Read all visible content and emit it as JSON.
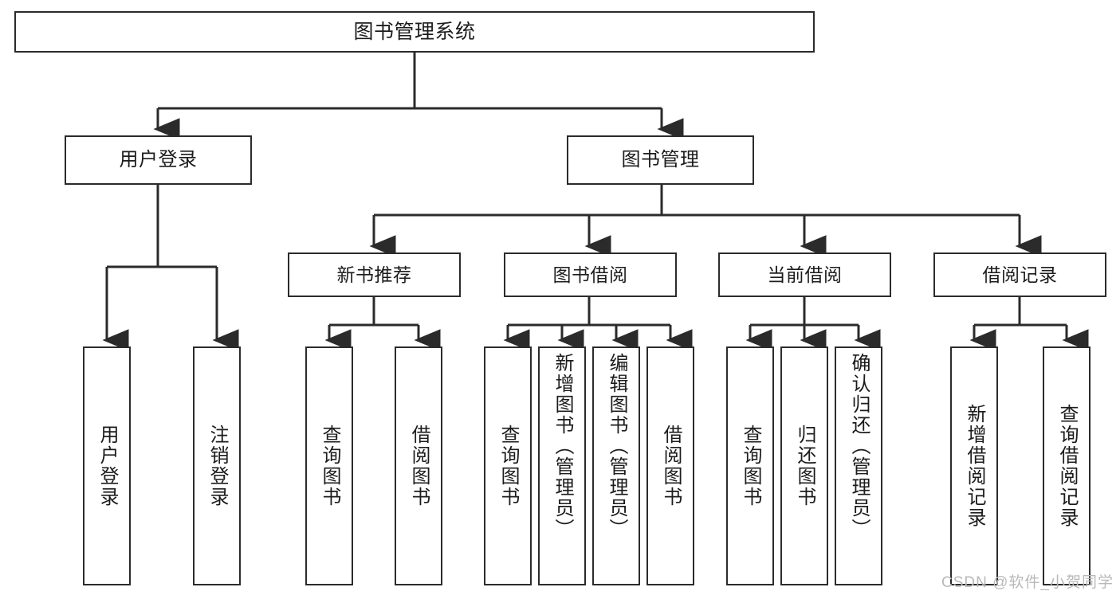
{
  "diagram": {
    "title": "图书管理系统",
    "type": "tree",
    "watermark": "CSDN @软件_小贺同学",
    "colors": {
      "stroke": "#2b2b2b",
      "fill": "#ffffff",
      "text": "#1c1c1c",
      "watermark": "#b9b9b9"
    },
    "root": {
      "label": "图书管理系统"
    },
    "branches": [
      {
        "label": "用户登录"
      },
      {
        "label": "图书管理"
      }
    ],
    "groups": [
      {
        "label": "新书推荐"
      },
      {
        "label": "图书借阅"
      },
      {
        "label": "当前借阅"
      },
      {
        "label": "借阅记录"
      }
    ],
    "leaves": {
      "user_login": [
        {
          "label": "用户登录"
        },
        {
          "label": "注销登录"
        }
      ],
      "new_book_recommend": [
        {
          "label": "查询图书"
        },
        {
          "label": "借阅图书"
        }
      ],
      "book_borrow": [
        {
          "label": "查询图书"
        },
        {
          "label": "新增图书（管理员）"
        },
        {
          "label": "编辑图书（管理员）"
        },
        {
          "label": "借阅图书"
        }
      ],
      "current_borrow": [
        {
          "label": "查询图书"
        },
        {
          "label": "归还图书"
        },
        {
          "label": "确认归还（管理员）"
        }
      ],
      "borrow_record": [
        {
          "label": "新增借阅记录"
        },
        {
          "label": "查询借阅记录"
        }
      ]
    }
  }
}
